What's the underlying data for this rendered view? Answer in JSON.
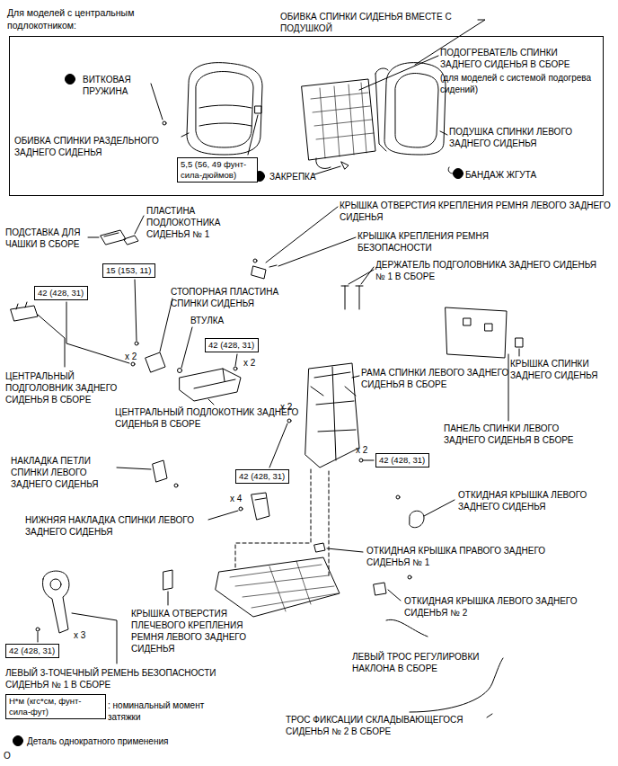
{
  "diagram": {
    "nodes": [
      {
        "text": [
          "Для моделей с центральным подлокотником:"
        ]
      },
      {
        "text": [
          "5,5 (56, 49 фунт-сила-дюймов)"
        ],
        "in": 0
      },
      {
        "text": [
          "15 (153, 11)"
        ]
      },
      {
        "text": [
          "42 (428, 31)"
        ]
      },
      {
        "text": [
          "42 (428, 31)"
        ]
      },
      {
        "text": [
          "42 (428, 31)"
        ]
      },
      {
        "text": [
          "42 (428, 31)"
        ]
      },
      {
        "text": [
          "42 (428, 31)"
        ]
      },
      {
        "text": [
          "Н*м (кгс*см, фунт-сила-фут)"
        ]
      }
    ],
    "labels": [
      "ОБИВКА СПИНКИ СИДЕНЬЯ ВМЕСТЕ С ПОДУШКОЙ",
      "ПОДОГРЕВАТЕЛЬ СПИНКИ ЗАДНЕГО СИДЕНЬЯ В СБОРЕ",
      "(для моделей с системой подогрева сидений)",
      "ВИТКОВАЯ ПРУЖИНА",
      "ОБИВКА СПИНКИ РАЗДЕЛЬНОГО ЗАДНЕГО СИДЕНЬЯ",
      "ЗАКРЕПКА",
      "ПОДУШКА СПИНКИ ЛЕВОГО ЗАДНЕГО СИДЕНЬЯ",
      "БАНДАЖ ЖГУТА",
      "ПЛАСТИНА ПОДЛОКОТНИКА СИДЕНЬЯ № 1",
      "ПОДСТАВКА ДЛЯ ЧАШКИ В СБОРЕ",
      "КРЫШКА ОТВЕРСТИЯ КРЕПЛЕНИЯ РЕМНЯ ЛЕВОГО ЗАДНЕГО СИДЕНЬЯ",
      "КРЫШКА КРЕПЛЕНИЯ РЕМНЯ БЕЗОПАСНОСТИ",
      "ДЕРЖАТЕЛЬ ПОДГОЛОВНИКА ЗАДНЕГО СИДЕНЬЯ № 1 В СБОРЕ",
      "СТОПОРНАЯ ПЛАСТИНА СПИНКИ СИДЕНЬЯ",
      "ВТУЛКА",
      "x 2",
      "x 2",
      "РАМА СПИНКИ ЛЕВОГО ЗАДНЕГО СИДЕНЬЯ В СБОРЕ",
      "КРЫШКА СПИНКИ ЗАДНЕГО СИДЕНЬЯ",
      "ЦЕНТРАЛЬНЫЙ ПОДГОЛОВНИК ЗАДНЕГО СИДЕНЬЯ В СБОРЕ",
      "ЦЕНТРАЛЬНЫЙ ПОДЛОКОТНИК ЗАДНЕГО СИДЕНЬЯ В СБОРЕ",
      "x 2",
      "ПАНЕЛЬ СПИНКИ ЛЕВОГО ЗАДНЕГО СИДЕНЬЯ В СБОРЕ",
      "x 2",
      "НАКЛАДКА ПЕТЛИ СПИНКИ ЛЕВОГО ЗАДНЕГО СИДЕНЬЯ",
      "x 4",
      "ОТКИДНАЯ КРЫШКА ЛЕВОГО ЗАДНЕГО СИДЕНЬЯ",
      "НИЖНЯЯ НАКЛАДКА СПИНКИ ЛЕВОГО ЗАДНЕГО СИДЕНЬЯ",
      "ОТКИДНАЯ КРЫШКА ПРАВОГО ЗАДНЕГО СИДЕНЬЯ № 1",
      "ОТКИДНАЯ КРЫШКА ЛЕВОГО ЗАДНЕГО СИДЕНЬЯ № 2",
      "x 3",
      "КРЫШКА ОТВЕРСТИЯ ПЛЕЧЕВОГО КРЕПЛЕНИЯ РЕМНЯ ЛЕВОГО ЗАДНЕГО СИДЕНЬЯ",
      "ЛЕВЫЙ ТРОС РЕГУЛИРОВКИ НАКЛОНА В СБОРЕ",
      "ЛЕВЫЙ 3-ТОЧЕЧНЫЙ РЕМЕНЬ БЕЗОПАСНОСТИ СИДЕНЬЯ № 1 В СБОРЕ",
      "ТРОС ФИКСАЦИИ СКЛАДЫВАЮЩЕГОСЯ СИДЕНЬЯ № 2 В СБОРЕ",
      "O"
    ],
    "legend": [
      {
        "text": ": номинальный момент затяжки"
      },
      {
        "text": "Деталь однократного применения"
      }
    ]
  }
}
